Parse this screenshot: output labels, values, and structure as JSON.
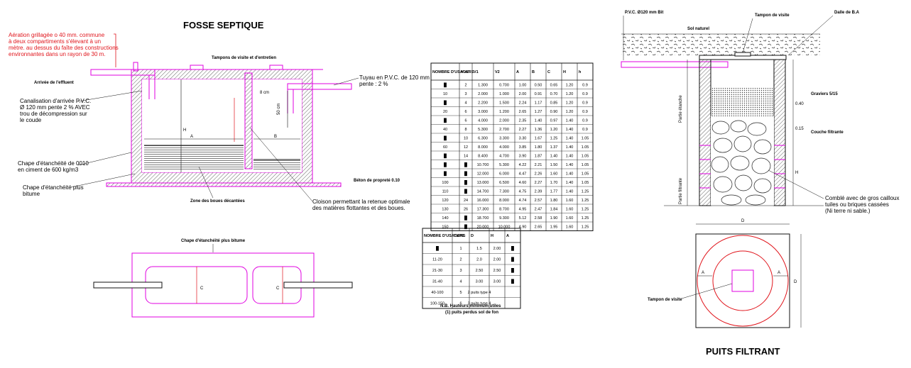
{
  "titles": {
    "fosse": "FOSSE SEPTIQUE",
    "puits": "PUITS FILTRANT"
  },
  "fosse_notes": {
    "aeration": [
      "Aération grillagée o 40 mm. commune",
      "à deux compartiments s'élevant à un",
      "mètre. au dessus du faîte des constructions",
      "environnantes dans un rayon de 30 m."
    ],
    "arrivee_label": "Arrivée de l'effluent",
    "tampon": "Tampons de visite et d'entretien",
    "tuyau": [
      "Tuyau en P.V.C. de 120 mm",
      "pente : 2 %"
    ],
    "canalisation": [
      "Canalisation d'arrivée P.V.C.",
      "Ø 120 mm pente 2 % AVEC",
      "trou de décompression sur",
      "le coude"
    ],
    "chape_ciment": [
      "Chape d'étanchéité de 0010",
      "en ciment de 600 kg/m3"
    ],
    "chape_bitume": [
      "Chape d'étanchéité plus",
      "bitume"
    ],
    "zone_boues": "Zone des boues décantées",
    "cloison": [
      "Cloison permettant la retenue optimale",
      "des matières flottantes et des boues."
    ],
    "beton_propre": "Béton de propreté 0.10",
    "dim_50cm": "50 cm",
    "dim_8cm": "8 cm",
    "dim_H": "H",
    "dim_A": "A",
    "dim_B": "B",
    "chape_plan": "Chape d'étanchéité plus bitume",
    "plan_C": "C"
  },
  "table_main": {
    "headers": [
      "NOMBRE D'USAGERS",
      "V m³",
      "V1",
      "V2",
      "A",
      "B",
      "C",
      "H",
      "h"
    ],
    "rows": [
      [
        "█",
        "2",
        "1.300",
        "0.700",
        "1.00",
        "0.50",
        "0.65",
        "1.20",
        "0.9"
      ],
      [
        "10",
        "3",
        "2.000",
        "1.000",
        "2.00",
        "0.91",
        "0.70",
        "1.20",
        "0.9"
      ],
      [
        "█",
        "4",
        "2.200",
        "1.500",
        "2.24",
        "1.17",
        "0.85",
        "1.20",
        "0.9"
      ],
      [
        "20",
        "6",
        "3.000",
        "1.200",
        "2.65",
        "1.27",
        "0.90",
        "1.20",
        "0.9"
      ],
      [
        "█",
        "6",
        "4.000",
        "2.000",
        "2.35",
        "1.40",
        "0.97",
        "1.40",
        "0.9"
      ],
      [
        "40",
        "8",
        "5.300",
        "2.700",
        "2.27",
        "1.36",
        "1.20",
        "1.40",
        "0.9"
      ],
      [
        "█",
        "10",
        "6.300",
        "3.300",
        "3.30",
        "1.67",
        "1.25",
        "1.40",
        "1.05"
      ],
      [
        "60",
        "12",
        "8.000",
        "4.000",
        "3.85",
        "1.80",
        "1.37",
        "1.40",
        "1.05"
      ],
      [
        "█",
        "14",
        "8.400",
        "4.700",
        "3.90",
        "1.87",
        "1.40",
        "1.40",
        "1.05"
      ],
      [
        "█",
        "█",
        "10.700",
        "5.300",
        "4.22",
        "2.21",
        "1.50",
        "1.40",
        "1.05"
      ],
      [
        "█",
        "█",
        "12.000",
        "6.000",
        "4.47",
        "2.26",
        "1.60",
        "1.40",
        "1.05"
      ],
      [
        "100",
        "█",
        "13.000",
        "6.500",
        "4.60",
        "2.27",
        "1.70",
        "1.40",
        "1.05"
      ],
      [
        "110",
        "█",
        "14.700",
        "7.300",
        "4.75",
        "2.39",
        "1.77",
        "1.40",
        "1.25"
      ],
      [
        "120",
        "24",
        "16.000",
        "8.000",
        "4.74",
        "2.57",
        "1.80",
        "1.60",
        "1.25"
      ],
      [
        "130",
        "26",
        "17.300",
        "8.700",
        "4.95",
        "2.47",
        "1.84",
        "1.60",
        "1.25"
      ],
      [
        "140",
        "█",
        "18.700",
        "9.300",
        "5.12",
        "2.58",
        "1.90",
        "1.60",
        "1.25"
      ],
      [
        "150",
        "█",
        "20.000",
        "10.000",
        "4.90",
        "2.65",
        "1.95",
        "1.60",
        "1.25"
      ]
    ]
  },
  "table_small": {
    "headers": [
      "NOMBRE D'USAGERS",
      "TYPE",
      "D",
      "H",
      "A"
    ],
    "rows": [
      [
        "█",
        "1",
        "1.5",
        "2.00",
        "█"
      ],
      [
        "11-20",
        "2",
        "2.0",
        "2.00",
        "█"
      ],
      [
        "21-30",
        "3",
        "2.50",
        "2.50",
        "█"
      ],
      [
        "31-40",
        "4",
        "3.00",
        "3.00",
        "█"
      ],
      [
        "40-100",
        "5",
        "2 puits type 4",
        "",
        ""
      ],
      [
        "100-150",
        "6",
        "3 puits type 4",
        "",
        ""
      ]
    ],
    "notes": [
      "N.B. Hauteurs minimum utiles",
      "(1) puits perdus sol de fon"
    ]
  },
  "puits_notes": {
    "pvc": "P.V.C. Ø120 mm Bit",
    "tampon_top": "Tampon de visite",
    "dalle": "Dalle de B.A",
    "sol": "Sol naturel",
    "gravier": "Graviers 5/15",
    "gravier_dim": "0.40",
    "couche": "Couche filtrante",
    "beton_couche": "0.15",
    "cote_left_top": "Partie étanche",
    "cote_left_bottom": "Partie filtrante",
    "comble": [
      "Comblé avec de gros cailloux",
      "tuiles ou briques cassées",
      "(Ni terre ni sable.)"
    ],
    "dim_H": "H",
    "dim_D": "D",
    "dim_A": "A",
    "tampon_plan": "Tampon de visite"
  },
  "colors": {
    "magenta": "#e000e0",
    "red": "#e0151c",
    "line": "#111111"
  }
}
